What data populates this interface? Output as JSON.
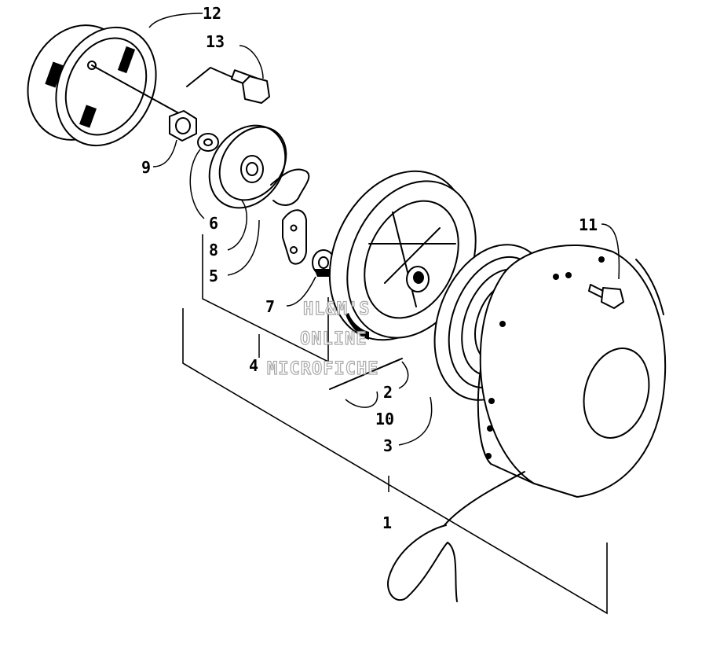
{
  "callouts": [
    {
      "id": "c1",
      "label": "1"
    },
    {
      "id": "c2",
      "label": "2"
    },
    {
      "id": "c3",
      "label": "3"
    },
    {
      "id": "c4",
      "label": "4"
    },
    {
      "id": "c5",
      "label": "5"
    },
    {
      "id": "c6",
      "label": "6"
    },
    {
      "id": "c7",
      "label": "7"
    },
    {
      "id": "c8",
      "label": "8"
    },
    {
      "id": "c9",
      "label": "9"
    },
    {
      "id": "c10",
      "label": "10"
    },
    {
      "id": "c11",
      "label": "11"
    },
    {
      "id": "c12",
      "label": "12"
    },
    {
      "id": "c13",
      "label": "13"
    }
  ],
  "watermark": {
    "line1": "HL&M'S",
    "line2": "ONLINE",
    "line3": "MICROFICHE"
  }
}
